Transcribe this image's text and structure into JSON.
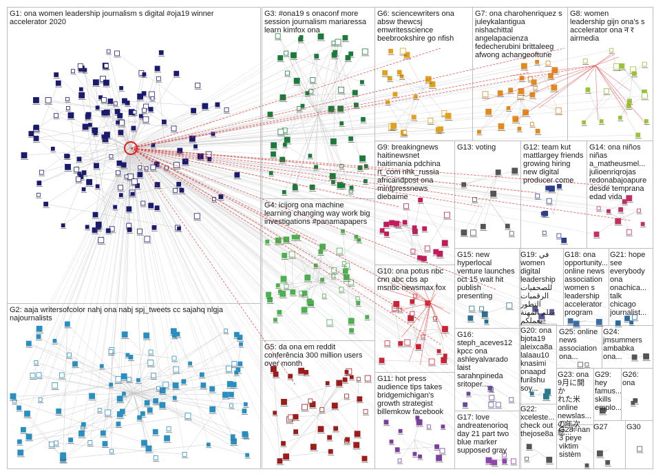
{
  "groups": [
    {
      "id": "G1",
      "label": "G1: ona women leadership journalism s digital #oja19 winner\naccelerator 2020",
      "color": "#1a1a6e"
    },
    {
      "id": "G2",
      "label": "G2: aaja writersofcolor nahj ona nabj spj_tweets cc sajahq nlgja\nnajournalists",
      "color": "#2a8fc0"
    },
    {
      "id": "G3",
      "label": "G3: #ona19 s onaconf more\nsession journalism mariaressa\nlearn kimfox ona",
      "color": "#1b7a3a"
    },
    {
      "id": "G4",
      "label": "G4: icijorg ona machine\nlearning changing way work big\ninvestigations #panamapapers",
      "color": "#4caf50"
    },
    {
      "id": "G5",
      "label": "G5: da ona em reddit\nconferência 300 million users\nover month",
      "color": "#9c1c1c"
    },
    {
      "id": "G6",
      "label": "G6: sciencewriters ona\nabsw thewcsj\nemwritesscience\nbeebrookshire go nfish",
      "color": "#e0a020"
    },
    {
      "id": "G7",
      "label": "G7: ona charohenriquez s\njuleykalantigua\nnishachittal\nangelapacienza\nfedecherubini brittaleeg\nafwong achangeoftune",
      "color": "#e08a20"
    },
    {
      "id": "G8",
      "label": "G8: women\nleadership gijn ona's s\naccelerator ona न र\nairmedia",
      "color": "#9bc23a"
    },
    {
      "id": "G9",
      "label": "G9: breakingnews\nhaitinewsnet\nhaitimania pdchina\nrt_com nhk_russia\nafricandpost ona\nmintpressnews\ndiebaime",
      "color": "#c21a5a"
    },
    {
      "id": "G10",
      "label": "G10: ona potus nbc\ncnn abc cbs ap\nmsnbc newsmax fox",
      "color": "#cc2233"
    },
    {
      "id": "G11",
      "label": "G11: hot press\naudience tips takes\nbridgemichigan's\ngrowth strategist\nbillemkow facebook",
      "color": "#7b3fa0"
    },
    {
      "id": "G12",
      "label": "G12: team kut\nmattlargey friends\ngrowing hiring\nnew digital\nproducer come",
      "color": "#2c3e8c"
    },
    {
      "id": "G13",
      "label": "G13: voting",
      "color": "#555555"
    },
    {
      "id": "G14",
      "label": "G14: ona niños\nniñas a_matheusmel...\njulioenriqrojas\nredonabajoapure\ndesde temprana\nedad vida",
      "color": "#c03060"
    },
    {
      "id": "G15",
      "label": "G15: new\nhyperlocal\nventure launches\noct 15 wait hit\npublish\npresenting",
      "color": "#2d6e8e"
    },
    {
      "id": "G16",
      "label": "G16:\nsteph_aceves12\nkpcc ona\nashleyalvarado\nlaist\nsarahnpineda\nsritoper...",
      "color": "#6a4c9c"
    },
    {
      "id": "G17",
      "label": "G17: love\nandreatenorioq\nday 21 part two\nblue marker\nsupposed gray",
      "color": "#8e44ad"
    },
    {
      "id": "G18",
      "label": "G18: ona\nopportunity...\nonline news\nassociation\nwomen s\nleadership\naccelerator\nprogram",
      "color": "#3a6ea5"
    },
    {
      "id": "G19",
      "label": "G19: في\nwomen\ndigital\nleadership\nللصحفيات\nالرقميات التطور\nسلم المهنة بعملكم",
      "color": "#5a5a9a"
    },
    {
      "id": "G20",
      "label": "G20: ona\nbjota19\naleixca8a\nlalaau10\nknasimi\nonaapd\nfurilshu\nsoy...",
      "color": "#2c7a8c"
    },
    {
      "id": "G21",
      "label": "G21: hope\nsee\neverybody\nona\nonachica...\ntalk\nchicago\njournalist...",
      "color": "#2a6aa0"
    },
    {
      "id": "G22",
      "label": "G22:\nxceleste...\ncheck out\nthejose8a",
      "color": "#555555"
    },
    {
      "id": "G23",
      "label": "G23: ona\n9月に開か\nれた米\nonline\nnewslas...\nの年次総...",
      "color": "#555555"
    },
    {
      "id": "G24",
      "label": "G24:\njmsummers\nambabka\nona...",
      "color": "#555555"
    },
    {
      "id": "G25",
      "label": "G25: online\nnews\nassociation\nona...",
      "color": "#555555"
    },
    {
      "id": "G26",
      "label": "G26:\nona",
      "color": "#555555"
    },
    {
      "id": "G27",
      "label": "G27",
      "color": "#555555"
    },
    {
      "id": "G28",
      "label": "G28: nan\n3 peye\nviktim\nsistèm",
      "color": "#555555"
    },
    {
      "id": "G29",
      "label": "G29: hey\nfamus...\nskills\nemplo...",
      "color": "#555555"
    },
    {
      "id": "G30",
      "label": "G30",
      "color": "#555555"
    }
  ]
}
